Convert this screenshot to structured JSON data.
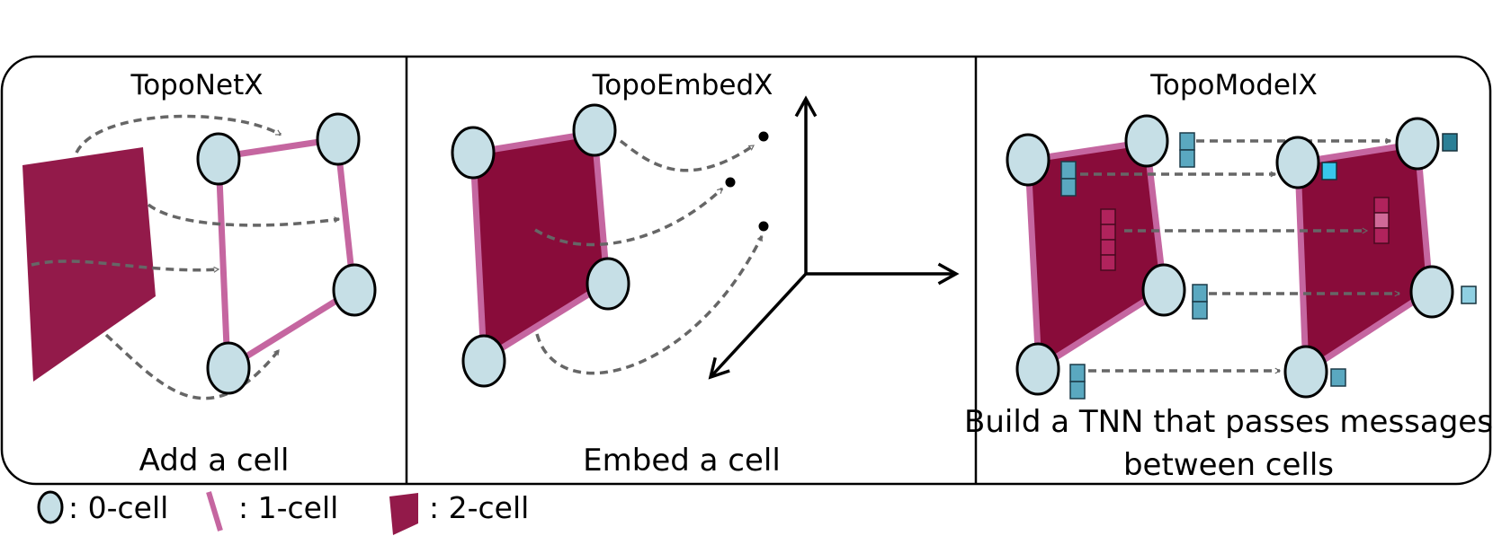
{
  "panels": [
    {
      "title": "TopoNetX",
      "caption": "Add a cell"
    },
    {
      "title": "TopoEmbedX",
      "caption": "Embed a cell"
    },
    {
      "title": "TopoModelX",
      "caption_lines": [
        "Build a TNN that passes messages",
        "between cells"
      ]
    }
  ],
  "legend": [
    {
      "label": ": 0-cell",
      "icon": "node-icon"
    },
    {
      "label": ": 1-cell",
      "icon": "edge-icon"
    },
    {
      "label": ": 2-cell",
      "icon": "face-icon"
    }
  ],
  "colors": {
    "node_fill": "#c6dfe6",
    "edge": "#c566a0",
    "face": "#890c3a",
    "arrow": "#666666",
    "feature_blue": "#5aa8c0",
    "feature_red": "#b0235c"
  }
}
